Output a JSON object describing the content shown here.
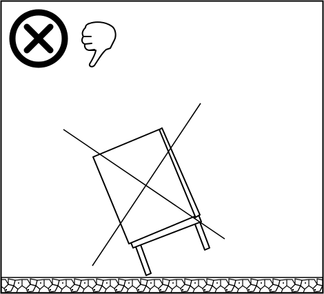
{
  "panel": {
    "status_icon": "circle-x-icon",
    "feedback_icon": "thumbs-down-icon",
    "subject": "tilted-cabinet-on-legs",
    "strike_mark": "cross-out-lines",
    "ground": "gravel-ground-strip"
  },
  "colors": {
    "stroke": "#000000",
    "background": "#ffffff"
  }
}
